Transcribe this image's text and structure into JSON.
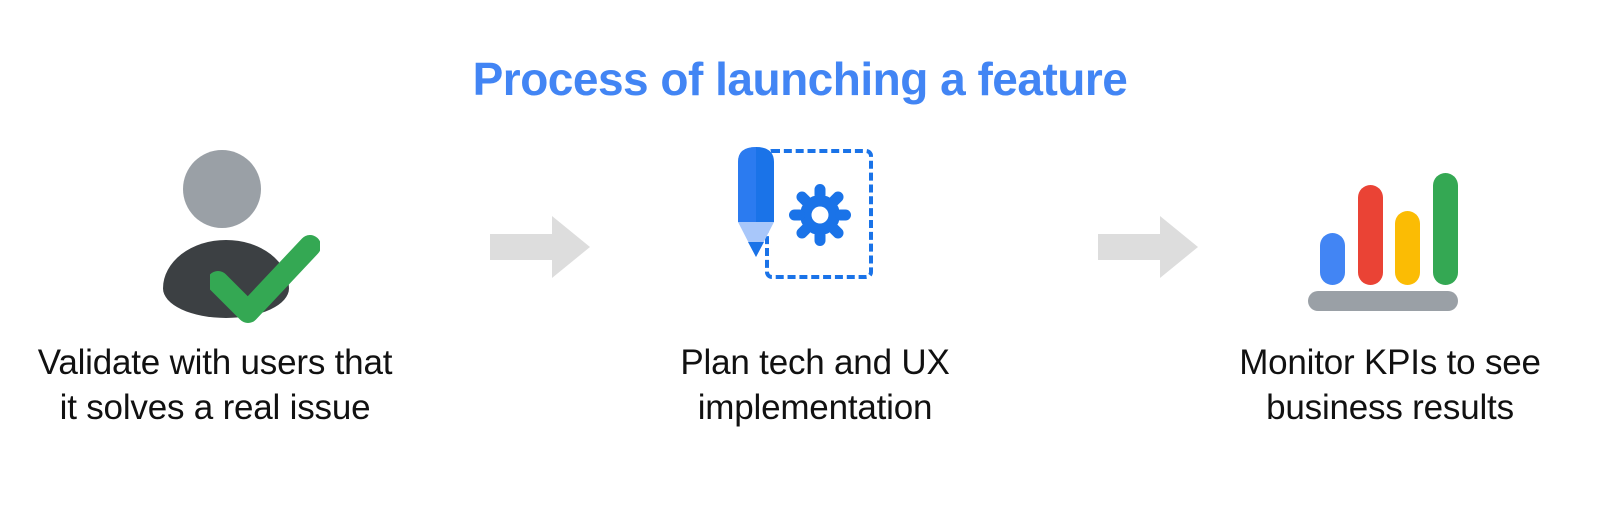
{
  "page": {
    "title": "Process of launching a feature",
    "background_color": "#FFFFFF",
    "title_color": "#4285F4"
  },
  "palette": {
    "blue": "#4285F4",
    "blue_dark": "#1A73E8",
    "blue_light": "#A8C7FA",
    "red": "#EA4335",
    "yellow": "#FBBC04",
    "green": "#34A853",
    "gray_light": "#9AA0A6",
    "gray_dark": "#3C4043",
    "arrow_gray": "#DDDDDD",
    "text": "#111111"
  },
  "steps": [
    {
      "index": 1,
      "icon": "person-check-icon",
      "icon_description": "Person silhouette with green checkmark",
      "caption_line1": "Validate with users that",
      "caption_line2": "it solves a real issue"
    },
    {
      "index": 2,
      "icon": "pencil-gear-icon",
      "icon_description": "Blue pencil and gear inside dashed square",
      "caption_line1": "Plan tech and UX",
      "caption_line2": "implementation"
    },
    {
      "index": 3,
      "icon": "bar-chart-icon",
      "icon_description": "Four colored bars above a gray baseline",
      "caption_line1": "Monitor KPIs to see",
      "caption_line2": "business results"
    }
  ],
  "arrows": [
    {
      "index": 1,
      "name": "arrow-right-icon",
      "color": "#DDDDDD"
    },
    {
      "index": 2,
      "name": "arrow-right-icon",
      "color": "#DDDDDD"
    }
  ],
  "chart_data": {
    "type": "bar",
    "title": "",
    "categories": [
      "bar-1",
      "bar-2",
      "bar-3",
      "bar-4"
    ],
    "values": [
      52,
      100,
      74,
      112
    ],
    "colors": [
      "#4285F4",
      "#EA4335",
      "#FBBC04",
      "#34A853"
    ],
    "xlabel": "",
    "ylabel": "",
    "ylim": [
      0,
      120
    ],
    "grid": false,
    "legend": "none"
  }
}
